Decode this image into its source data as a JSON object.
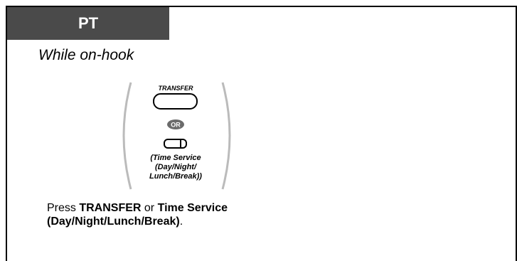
{
  "header": {
    "title": "PT"
  },
  "condition": "While on-hook",
  "buttons": {
    "transfer_label": "TRANSFER",
    "or_label": "OR",
    "time_service_line1": "(Time Service",
    "time_service_line2": "(Day/Night/",
    "time_service_line3": "Lunch/Break))"
  },
  "instruction": {
    "prefix": "Press ",
    "transfer": "TRANSFER",
    "middle": " or ",
    "time_service": "Time Service",
    "time_service_detail": "(Day/Night/Lunch/Break)",
    "suffix": "."
  }
}
